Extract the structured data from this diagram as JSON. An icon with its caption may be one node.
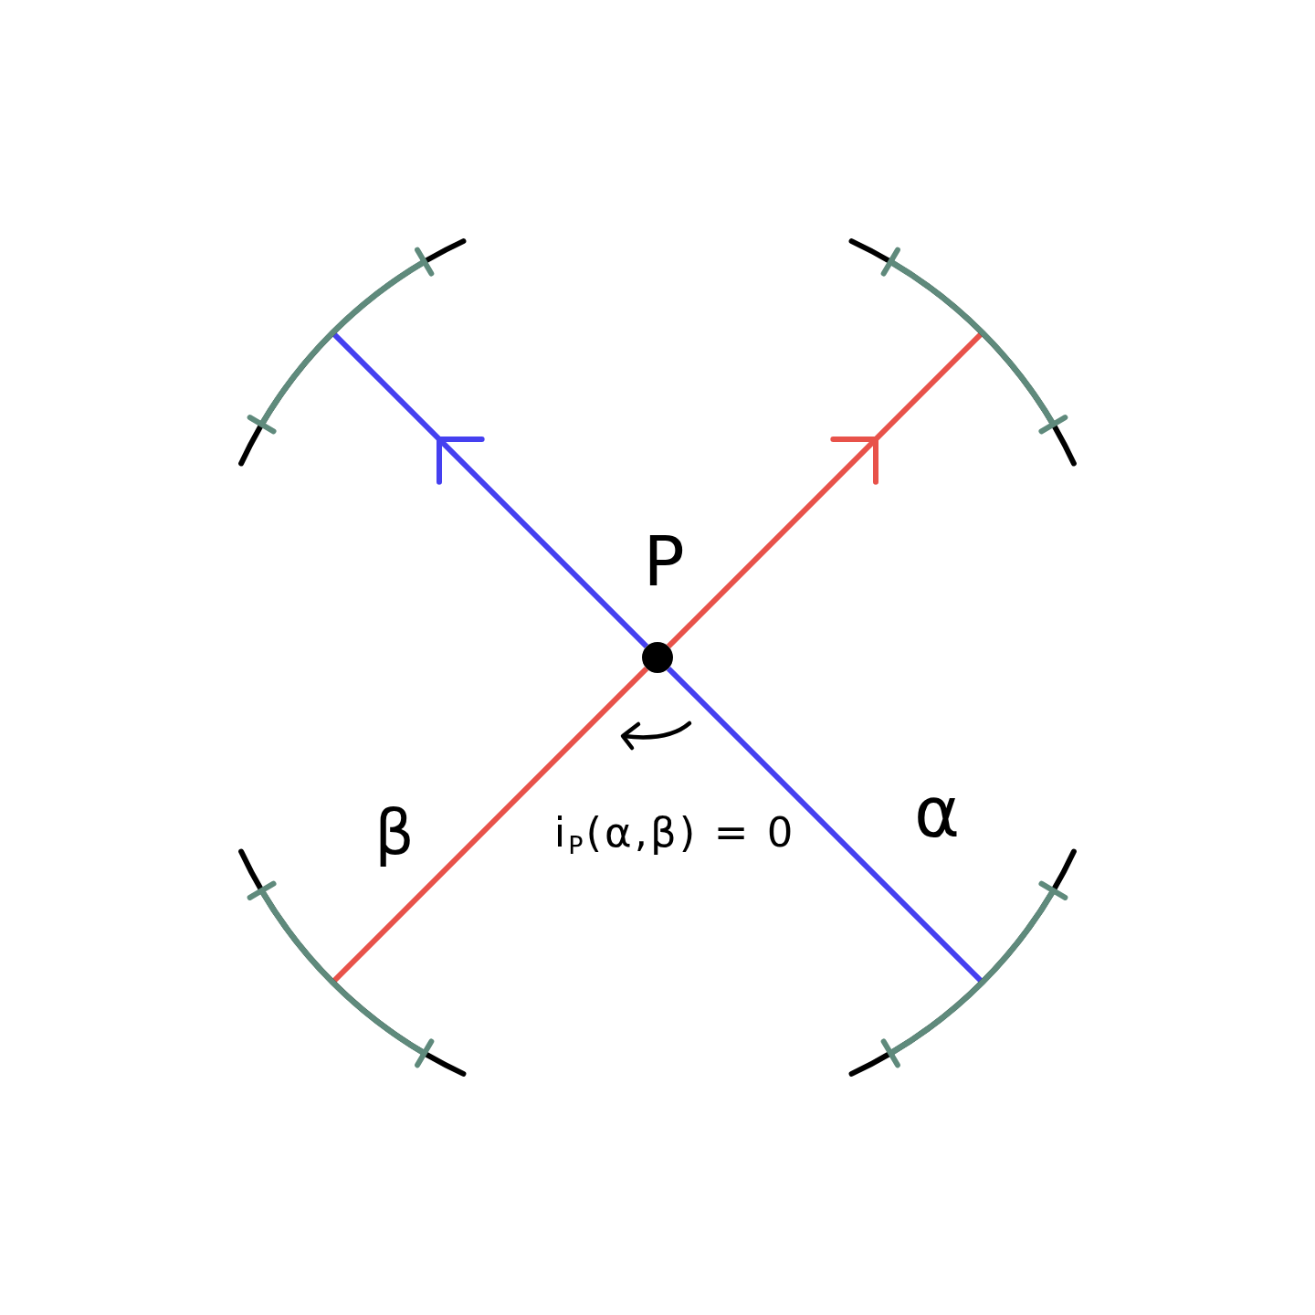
{
  "diagram": {
    "nodes": [
      {
        "text": [],
        "shape": "arc"
      },
      {
        "text": [],
        "shape": "arc"
      },
      {
        "text": [],
        "shape": "circle",
        "beside": [
          "P"
        ]
      },
      {
        "text": [],
        "shape": "arc"
      },
      {
        "text": [],
        "shape": "arc"
      }
    ],
    "edges": [
      {
        "from": 4,
        "to": 2,
        "arrow": "none",
        "color": "#4540f0"
      },
      {
        "from": 2,
        "to": 0,
        "arrow": "to",
        "color": "#4540f0"
      },
      {
        "from": 3,
        "to": 2,
        "arrow": "none",
        "color": "#e8524a"
      },
      {
        "from": 2,
        "to": 1,
        "arrow": "to",
        "color": "#e8524a"
      }
    ],
    "labels": [
      "β",
      "i$_{P}$(α,β) = 0",
      "α"
    ]
  }
}
